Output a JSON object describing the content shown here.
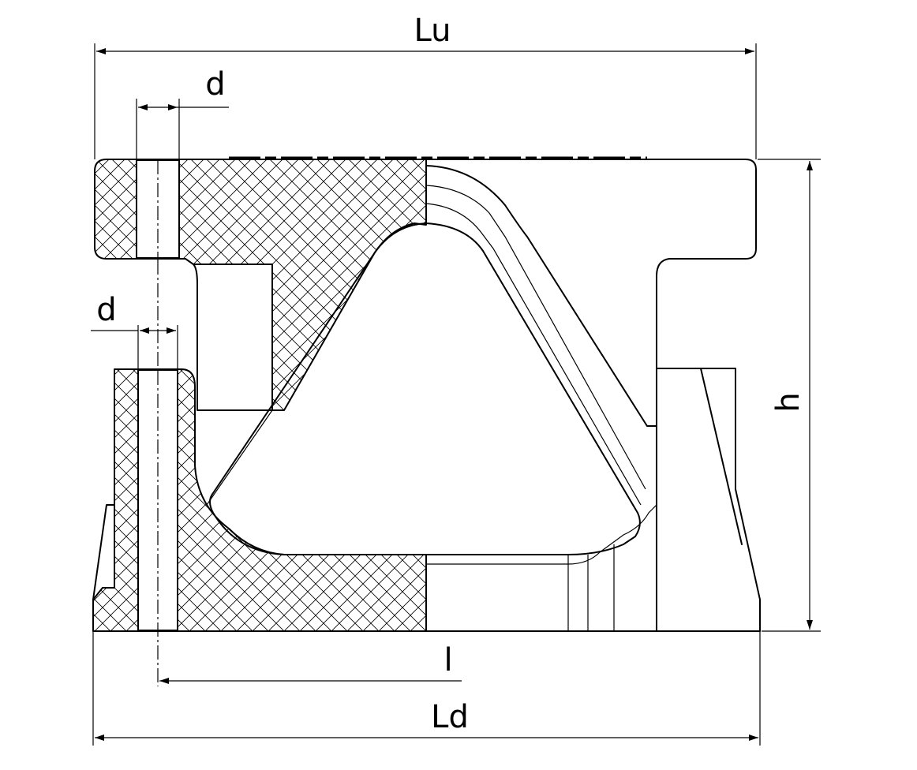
{
  "drawing": {
    "labels": {
      "lu": "Lu",
      "d_top": "d",
      "d_left": "d",
      "h": "h",
      "l": "l",
      "ld": "Ld"
    }
  }
}
